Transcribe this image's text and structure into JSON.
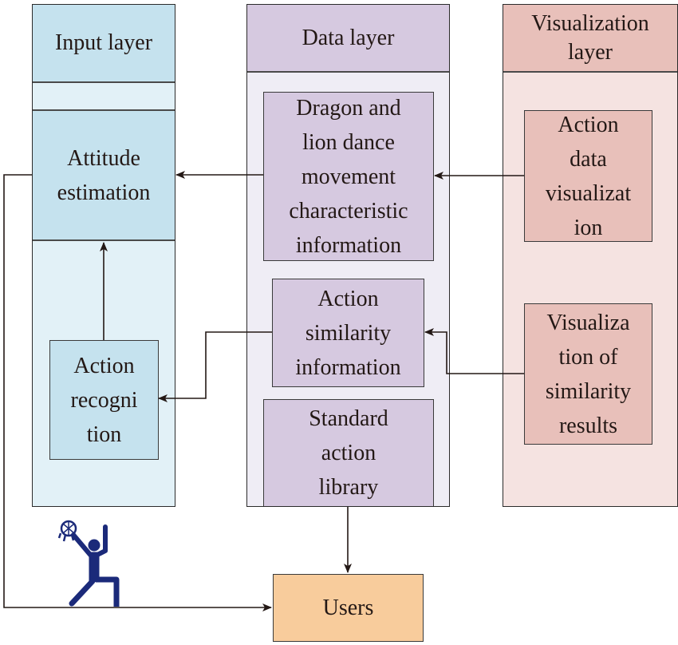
{
  "colors": {
    "input_header": "#c5e2ee",
    "input_body": "#e2f1f7",
    "input_box": "#c5e2ee",
    "data_header": "#d6c9e0",
    "data_body": "#efedf5",
    "data_box": "#d6c9e0",
    "vis_header": "#e8c0ba",
    "vis_body": "#f5e3e1",
    "vis_box": "#e8c0ba",
    "users_box": "#f8cc9c",
    "figure": "#1b2a7a",
    "line": "#231815"
  },
  "layers": {
    "input": {
      "title": "Input layer",
      "boxes": {
        "attitude": "Attitude\nestimation",
        "recognition": "Action\nrecogni\ntion"
      }
    },
    "data": {
      "title": "Data layer",
      "boxes": {
        "movement": "Dragon and\nlion dance\nmovement\ncharacteristic\ninformation",
        "similarity": "Action\nsimilarity\ninformation",
        "library": "Standard\naction\nlibrary"
      }
    },
    "visualization": {
      "title": "Visualization\nlayer",
      "boxes": {
        "action_vis": "Action\ndata\nvisualizat\nion",
        "similarity_vis": "Visualiza\ntion of\nsimilarity\nresults"
      }
    }
  },
  "users": {
    "label": "Users"
  },
  "icons": {
    "dancer": "lion-dance-performer-icon"
  }
}
